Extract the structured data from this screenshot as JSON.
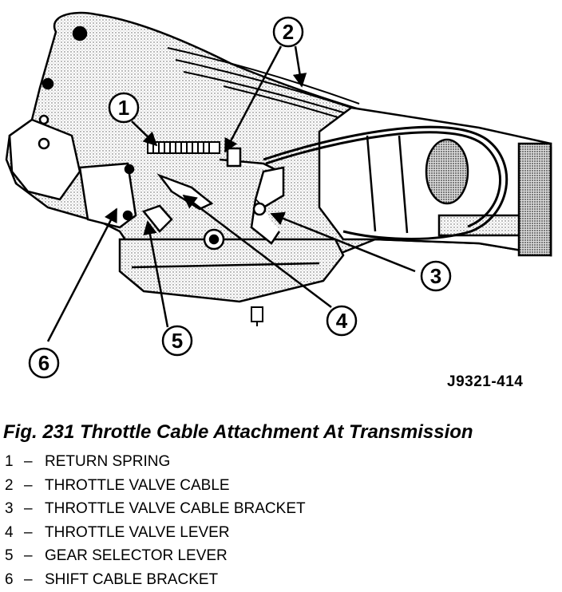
{
  "figure": {
    "code": "J9321-414",
    "caption": "Fig. 231 Throttle Cable Attachment At Transmission"
  },
  "callouts": [
    "1",
    "2",
    "3",
    "4",
    "5",
    "6"
  ],
  "legend": [
    {
      "num": "1",
      "dash": "–",
      "label": "RETURN SPRING"
    },
    {
      "num": "2",
      "dash": "–",
      "label": "THROTTLE VALVE CABLE"
    },
    {
      "num": "3",
      "dash": "–",
      "label": "THROTTLE VALVE CABLE BRACKET"
    },
    {
      "num": "4",
      "dash": "–",
      "label": "THROTTLE VALVE LEVER"
    },
    {
      "num": "5",
      "dash": "–",
      "label": "GEAR SELECTOR LEVER"
    },
    {
      "num": "6",
      "dash": "–",
      "label": "SHIFT CABLE BRACKET"
    }
  ]
}
